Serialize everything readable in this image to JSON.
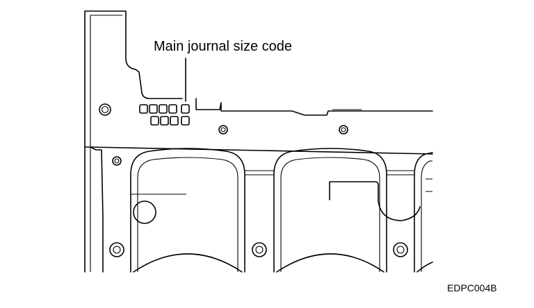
{
  "diagram": {
    "callout_label": "Main journal size code",
    "figure_code": "EDPC004B",
    "code_box_rows": [
      5,
      4
    ],
    "line_color": "#000000",
    "background_color": "#ffffff"
  }
}
